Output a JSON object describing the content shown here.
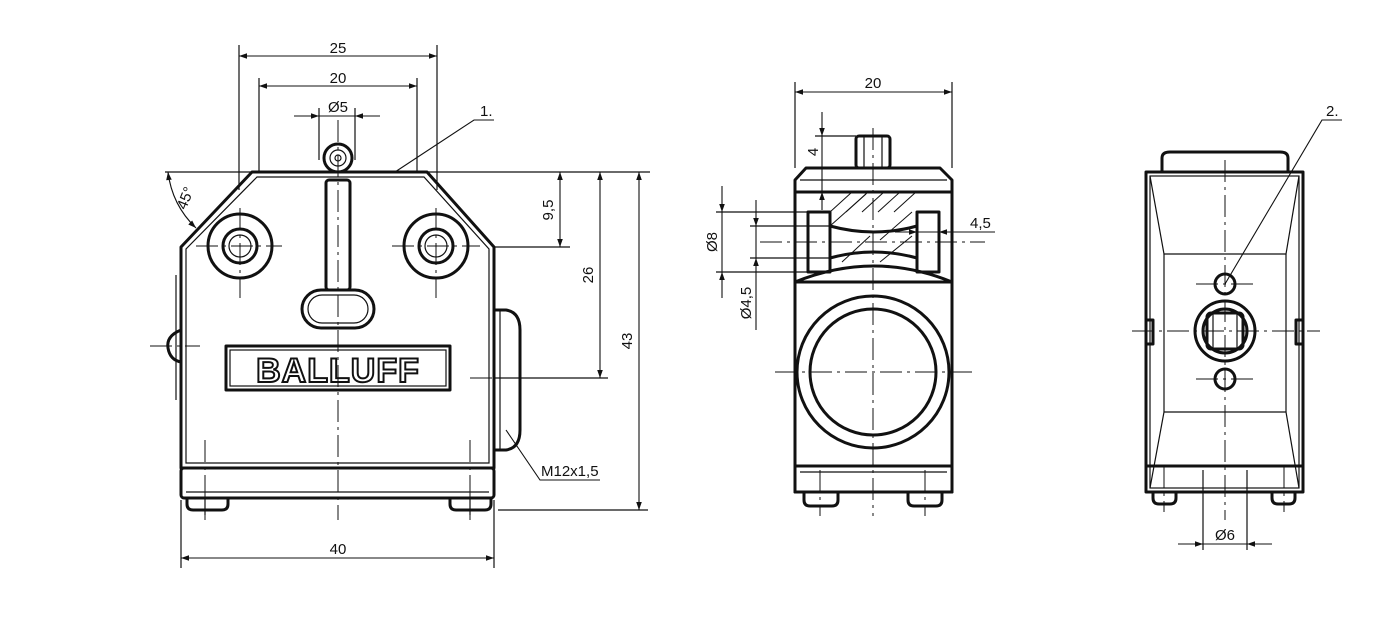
{
  "brand": "BALLUFF",
  "callouts": {
    "c1": "1.",
    "c2": "2."
  },
  "front_view": {
    "dim_width_outer": "25",
    "dim_width_inner": "20",
    "dim_roller_dia": "Ø5",
    "dim_angle": "45°",
    "dim_height_top": "9,5",
    "dim_height_mid": "26",
    "dim_height_total": "43",
    "dim_base_width": "40",
    "thread": "M12x1,5"
  },
  "side_view": {
    "dim_width": "20",
    "dim_top": "4",
    "dim_hole_dia": "Ø8",
    "dim_hole_small": "Ø4,5",
    "dim_counterbore": "4,5"
  },
  "rear_view": {
    "dim_bottom_dia": "Ø6"
  }
}
